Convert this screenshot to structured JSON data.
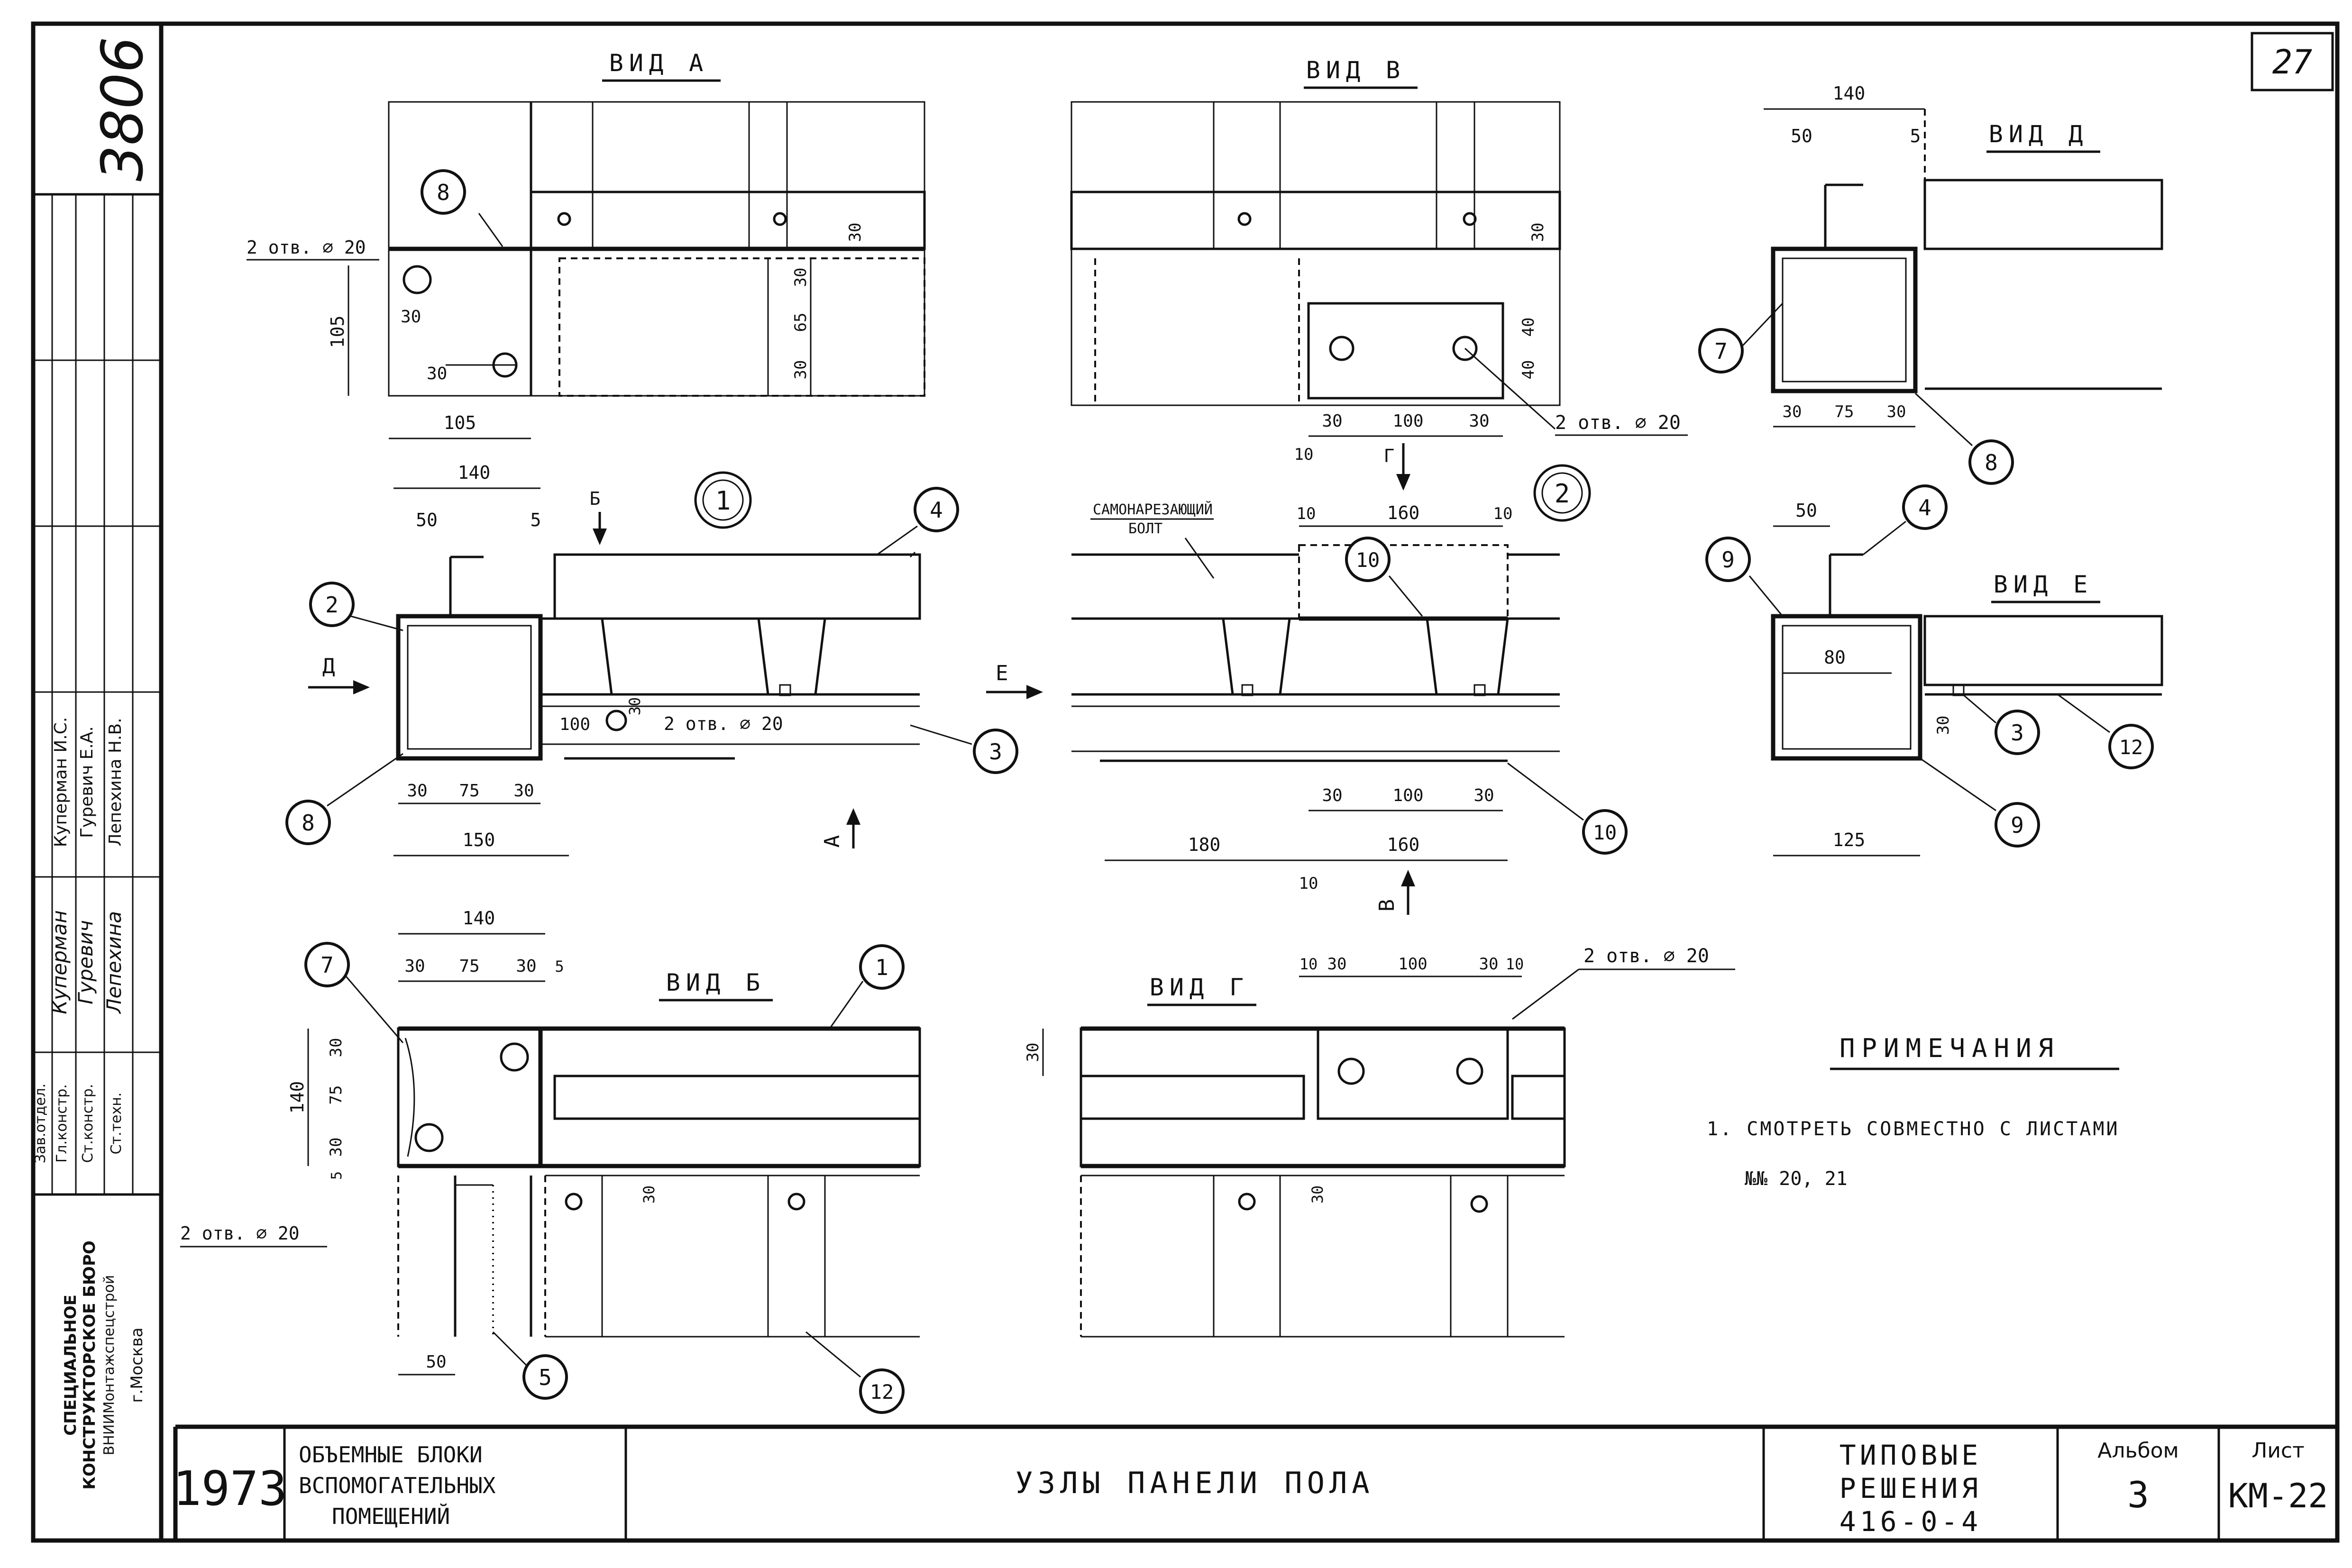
{
  "title_block": {
    "archive_number": "3806",
    "sheet_corner": "27",
    "year": "1973",
    "object_title": [
      "ОБЪЕМНЫЕ БЛОКИ",
      "ВСПОМОГАТЕЛЬНЫХ",
      "ПОМЕЩЕНИЙ"
    ],
    "drawing_title": "УЗЛЫ ПАНЕЛИ ПОЛА",
    "series": [
      "ТИПОВЫЕ",
      "РЕШЕНИЯ",
      "416-0-4"
    ],
    "album_label": "Альбом",
    "album_value": "3",
    "sheet_label": "Лист",
    "sheet_value": "КМ-22",
    "org": [
      "СПЕЦИАЛЬНОЕ",
      "КОНСТРУКТОРСКОЕ БЮРО",
      "ВНИИМонтажспецстрой"
    ],
    "city": "г.Москва",
    "roles": [
      "Зав.отдел.",
      "Гл.констр.",
      "Ст.констр.",
      "Ст.техн."
    ],
    "names": [
      "Куперман И.С.",
      "Гуревич Е.А.",
      "Лепехина Н.В."
    ],
    "signatures": [
      "Куперман",
      "Гуревич",
      "Лепехина"
    ]
  },
  "views": {
    "vid_a": "ВИД А",
    "vid_b": "ВИД В",
    "vid_d": "ВИД Д",
    "vid_b2": "ВИД Б",
    "vid_g": "ВИД Г",
    "vid_e": "ВИД Е",
    "node_1": "1",
    "node_2": "2",
    "bolt": [
      "САМОНАРЕЗАЮЩИЙ",
      "БОЛТ"
    ],
    "cut_b": "Б",
    "cut_d": "Д",
    "cut_a": "А",
    "cut_e": "Е",
    "cut_g": "Г",
    "cut_v": "В"
  },
  "dims": {
    "holes": "2 отв. ⌀ 20",
    "d140": "140",
    "d50": "50",
    "d5": "5",
    "d150": "150",
    "d30": "30",
    "d75": "75",
    "d105": "105",
    "d65": "65",
    "d40": "40",
    "d100": "100",
    "d10": "10",
    "d160": "160",
    "d180": "180",
    "d80": "80",
    "d125": "125"
  },
  "callouts": [
    "1",
    "2",
    "3",
    "4",
    "5",
    "7",
    "8",
    "9",
    "10",
    "12"
  ],
  "notes": {
    "heading": "ПРИМЕЧАНИЯ",
    "line1": "1. СМОТРЕТЬ  СОВМЕСТНО  С  ЛИСТАМИ",
    "line2": "№№ 20, 21"
  }
}
